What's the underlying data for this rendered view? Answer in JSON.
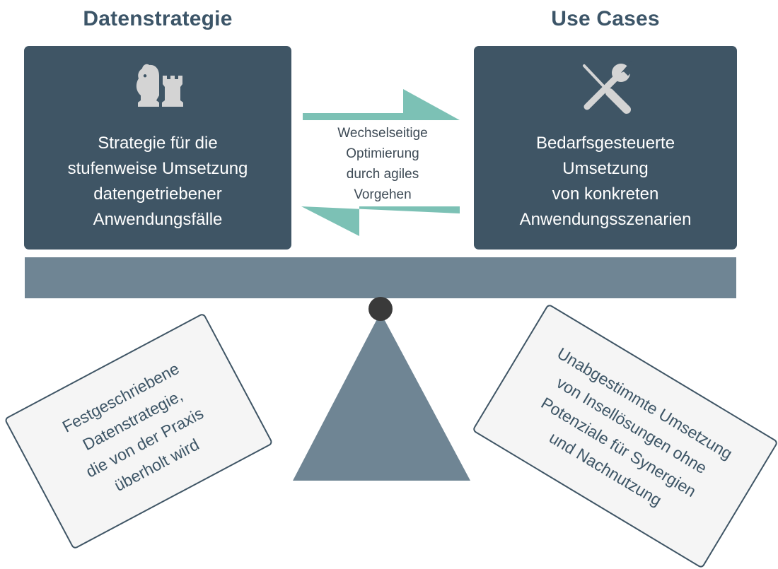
{
  "left": {
    "heading": "Datenstrategie",
    "icon": "chess-pieces-icon",
    "lines": [
      "Strategie für die",
      "stufenweise Umsetzung",
      "datengetriebener",
      "Anwendungsfälle"
    ]
  },
  "right": {
    "heading": "Use Cases",
    "icon": "tools-icon",
    "lines": [
      "Bedarfsgesteuerte",
      "Umsetzung",
      "von konkreten",
      "Anwendungsszenarien"
    ]
  },
  "center": {
    "lines": [
      "Wechselseitige",
      "Optimierung",
      "durch agiles",
      "Vorgehen"
    ]
  },
  "notes": {
    "left": [
      "Festgeschriebene",
      "Datenstrategie,",
      "die von der Praxis",
      "überholt wird"
    ],
    "right": [
      "Unabgestimmte Umsetzung",
      "von Insellösungen ohne",
      "Potenziale für Synergien",
      "und Nachnutzung"
    ]
  },
  "colors": {
    "panel": "#3f5565",
    "heading": "#3c5568",
    "arrow": "#7cc1b5",
    "beam": "#6f8594",
    "pivot": "#3a3a3a",
    "icon": "#d4d4d4"
  }
}
